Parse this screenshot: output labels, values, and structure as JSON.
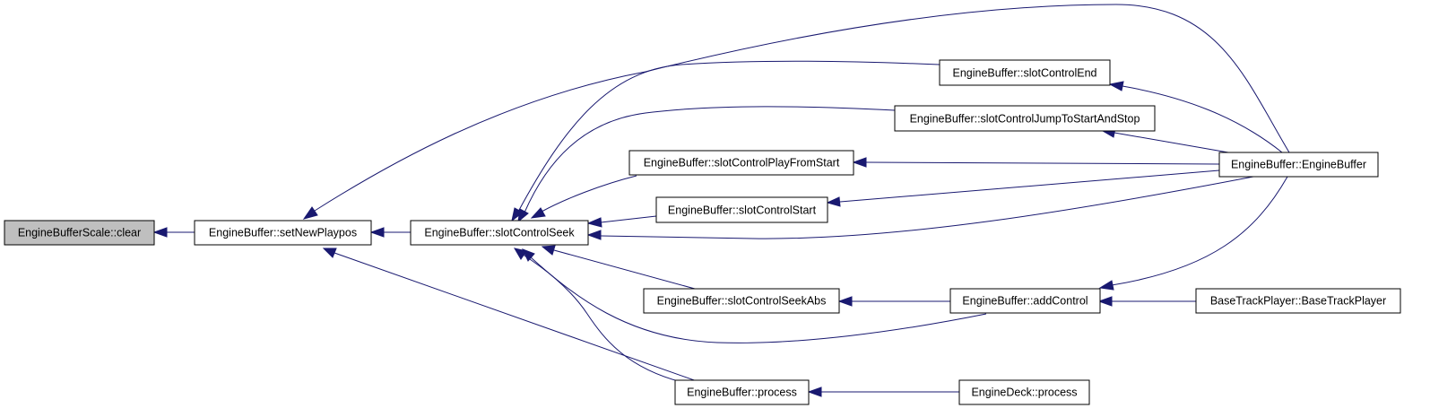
{
  "colors": {
    "edge": "#191970",
    "node_fill": "#ffffff",
    "node_highlight_fill": "#bfbfbf",
    "node_border": "#000000"
  },
  "nodes": {
    "engineBufferScale_clear": "EngineBufferScale::clear",
    "setNewPlaypos": "EngineBuffer::setNewPlaypos",
    "slotControlSeek": "EngineBuffer::slotControlSeek",
    "slotControlEnd": "EngineBuffer::slotControlEnd",
    "slotControlJumpToStartAndStop": "EngineBuffer::slotControlJumpToStartAndStop",
    "slotControlPlayFromStart": "EngineBuffer::slotControlPlayFromStart",
    "slotControlStart": "EngineBuffer::slotControlStart",
    "slotControlSeekAbs": "EngineBuffer::slotControlSeekAbs",
    "process": "EngineBuffer::process",
    "engineBuffer": "EngineBuffer::EngineBuffer",
    "addControl": "EngineBuffer::addControl",
    "baseTrackPlayer": "BaseTrackPlayer::BaseTrackPlayer",
    "engineDeckProcess": "EngineDeck::process"
  }
}
